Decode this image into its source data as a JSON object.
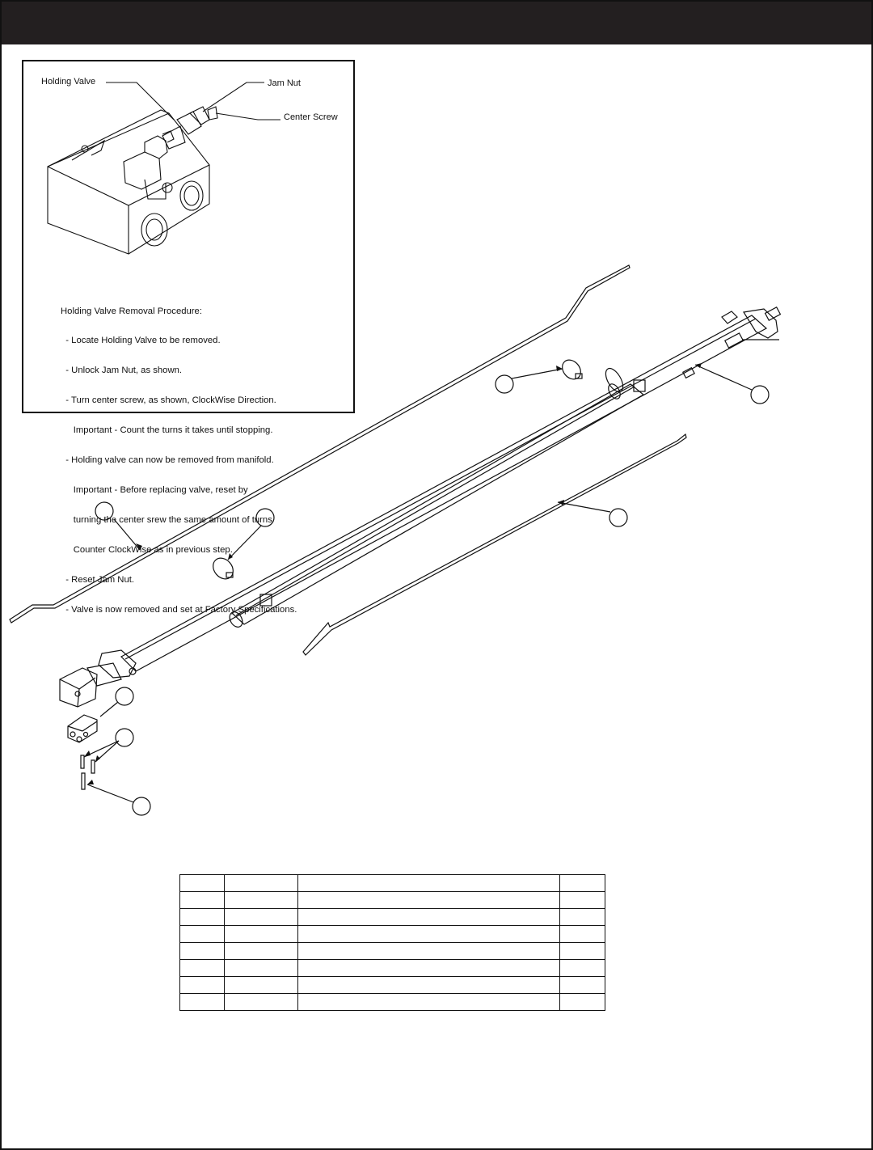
{
  "header": {
    "title": ""
  },
  "inset": {
    "labels": {
      "holding_valve": "Holding Valve",
      "jam_nut": "Jam Nut",
      "center_screw": "Center Screw"
    },
    "procedure": [
      "Holding Valve Removal Procedure:",
      "  - Locate Holding Valve to be removed.",
      "  - Unlock Jam Nut, as shown.",
      "  - Turn center screw, as shown, ClockWise Direction.",
      "     Important - Count the turns it takes until stopping.",
      "  - Holding valve can now be removed from manifold.",
      "     Important - Before replacing valve, reset by",
      "     turning the center srew the same amount of turns",
      "     Counter ClockWise as in previous step.",
      "  - Reset Jam Nut.",
      "  - Valve is now removed and set at Factory Specifications."
    ]
  },
  "parts_table": {
    "rows": [
      [
        "",
        "",
        "",
        ""
      ],
      [
        "",
        "",
        "",
        ""
      ],
      [
        "",
        "",
        "",
        ""
      ],
      [
        "",
        "",
        "",
        ""
      ],
      [
        "",
        "",
        "",
        ""
      ],
      [
        "",
        "",
        "",
        ""
      ],
      [
        "",
        "",
        "",
        ""
      ],
      [
        "",
        "",
        "",
        ""
      ]
    ]
  },
  "colors": {
    "header": "#231f20",
    "ink": "#111111"
  }
}
